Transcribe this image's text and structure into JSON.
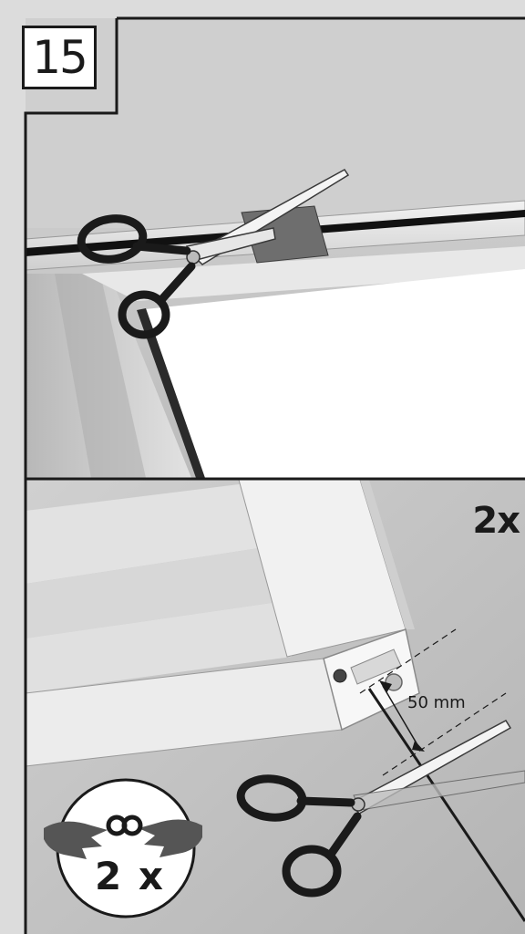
{
  "step": {
    "number": "15"
  },
  "panel_bottom": {
    "quantity_label": "2x",
    "measurement": "50 mm"
  },
  "badge": {
    "text": "2 x",
    "icon": "hands-knot-icon"
  },
  "tools": {
    "icon": "scissors-icon"
  },
  "colors": {
    "frame_outline": "#1a1a1a",
    "background": "#dcdcdc",
    "panel_top": "#c8c8c8",
    "panel_bottom": "#c4c4c4",
    "window_white": "#ffffff"
  }
}
